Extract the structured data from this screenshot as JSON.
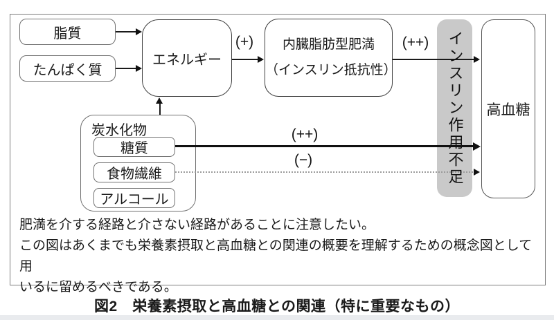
{
  "figure": {
    "nodes": {
      "fat": {
        "label": "脂質"
      },
      "protein": {
        "label": "たんぱく質"
      },
      "energy": {
        "label": "エネルギー"
      },
      "visceral_obesity": {
        "line1": "内臓脂肪型肥満",
        "line2": "（インスリン抵抗性）"
      },
      "carbohydrate_group": {
        "label": "炭水化物"
      },
      "sugar": {
        "label": "糖質"
      },
      "dietary_fiber": {
        "label": "食物繊維"
      },
      "alcohol": {
        "label": "アルコール"
      },
      "insulin_insufficiency": {
        "label": "インスリン作用不足"
      },
      "hyperglycemia": {
        "label": "高血糖"
      }
    },
    "edge_labels": {
      "energy_to_visceral": "(+)",
      "visceral_to_hyperglycemia": "(++)",
      "sugar_to_hyperglycemia": "(++)",
      "fiber_to_hyperglycemia": "(−)"
    },
    "notes": {
      "line1": "肥満を介する経路と介さない経路があることに注意したい。",
      "line2": "この図はあくまでも栄養素摂取と高血糖との関連の概要を理解するための概念図として用",
      "line3": "いるに留めるべきである。"
    },
    "caption": "図2　栄養素摂取と高血糖との関連（特に重要なもの）",
    "colors": {
      "band_gray": "#c9c9c9",
      "line_black": "#111111",
      "box_border_gray": "#6f6f6f",
      "frame_border": "#7b7b7b"
    }
  }
}
